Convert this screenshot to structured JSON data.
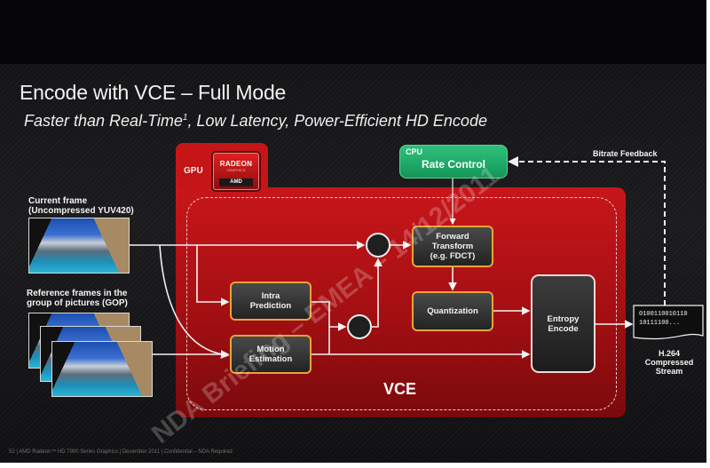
{
  "slide": {
    "title": "Encode with VCE – Full Mode",
    "subtitle": "Faster than Real-Time",
    "subtitle_sup": "1",
    "subtitle_rest": ", Low Latency, Power-Efficient  HD Encode"
  },
  "inputs": {
    "current_frame_line1": "Current frame",
    "current_frame_line2": "(Uncompressed YUV420)",
    "reference_frames_line1": "Reference frames in the",
    "reference_frames_line2": "group of pictures (GOP)"
  },
  "gpu": {
    "label": "GPU",
    "logo_brand": "RADEON",
    "logo_sub": "GRAPHICS",
    "logo_maker": "AMD"
  },
  "cpu": {
    "label": "CPU",
    "block": "Rate Control"
  },
  "blocks": {
    "forward_transform": [
      "Forward",
      "Transform",
      "(e.g. FDCT)"
    ],
    "quantization": "Quantization",
    "intra_prediction": [
      "Intra",
      "Prediction"
    ],
    "motion_estimation": [
      "Motion",
      "Estimation"
    ],
    "entropy_encode": [
      "Entropy",
      "Encode"
    ],
    "vce_label": "VCE"
  },
  "output": {
    "bitrate_feedback": "Bitrate Feedback",
    "bits_line1": "0100110010110",
    "bits_line2": "10111100...",
    "stream_label": [
      "H.264",
      "Compressed",
      "Stream"
    ]
  },
  "watermark": "NDA Briefing – EMEA – 14/12/2011",
  "footer": "52  |  AMD Radeon™ HD 7900 Series Graphics  |  December 2011  |  Confidential – NDA Required",
  "colors": {
    "gpu_red": "#c51517",
    "cpu_green": "#1fa865",
    "block_border": "#e8a33a",
    "background": "#050507"
  }
}
